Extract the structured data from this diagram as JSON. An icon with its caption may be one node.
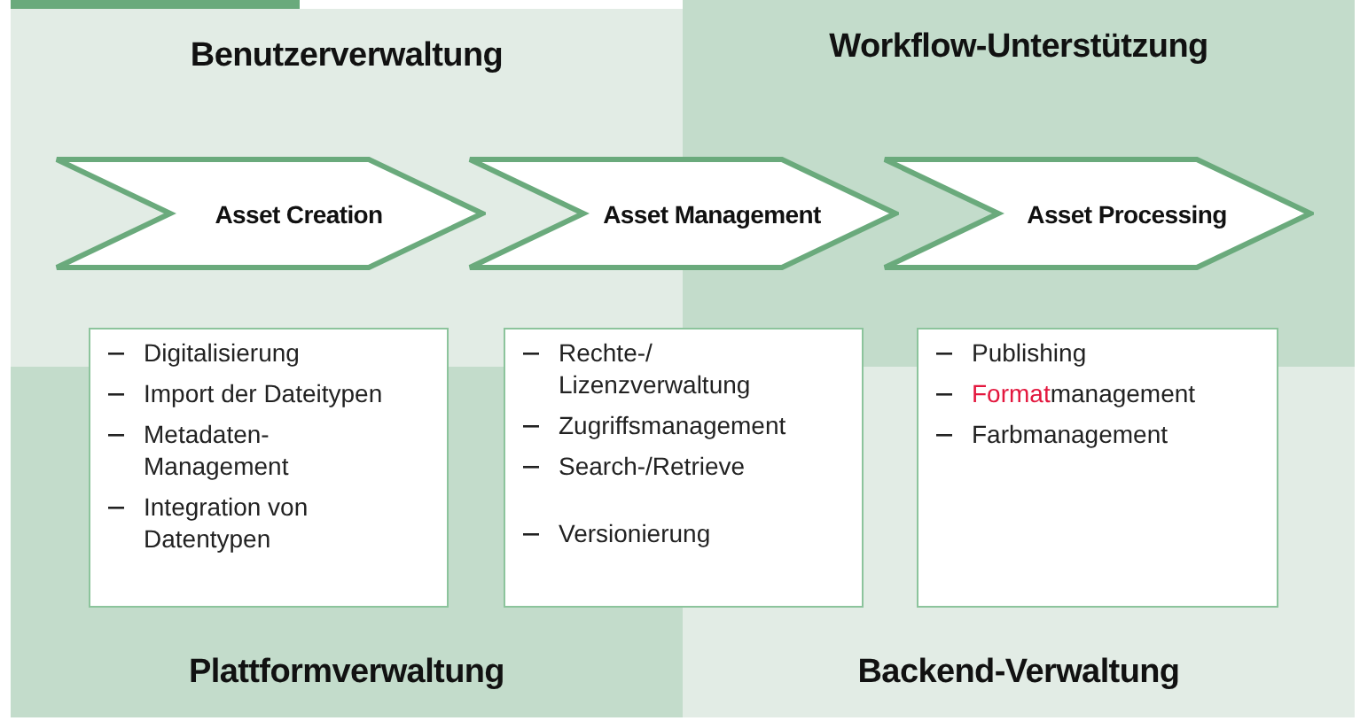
{
  "diagram": {
    "nodes": [
      {
        "text": [
          "Benutzerverwaltung"
        ]
      },
      {
        "text": [
          "Workflow-Unterstützung"
        ]
      },
      {
        "text": [
          "Plattformverwaltung"
        ]
      },
      {
        "text": [
          "Backend-Verwaltung"
        ]
      },
      {
        "text": [
          "Asset Creation"
        ]
      },
      {
        "text": [
          "Asset Management"
        ]
      },
      {
        "text": [
          "Asset Processing"
        ]
      },
      {
        "text": [
          "Digitalisierung",
          "Import der Dateitypen",
          "Metadaten- Management",
          "Integration von Datentypen"
        ]
      },
      {
        "text": [
          "Rechte-/ Lizenzverwaltung",
          "Zugriffsmanagement",
          "Search-/Retrieve",
          "Versionierung"
        ]
      },
      {
        "text": [
          "Publishing",
          "Formatmanagement",
          "Farbmanagement"
        ]
      }
    ]
  }
}
